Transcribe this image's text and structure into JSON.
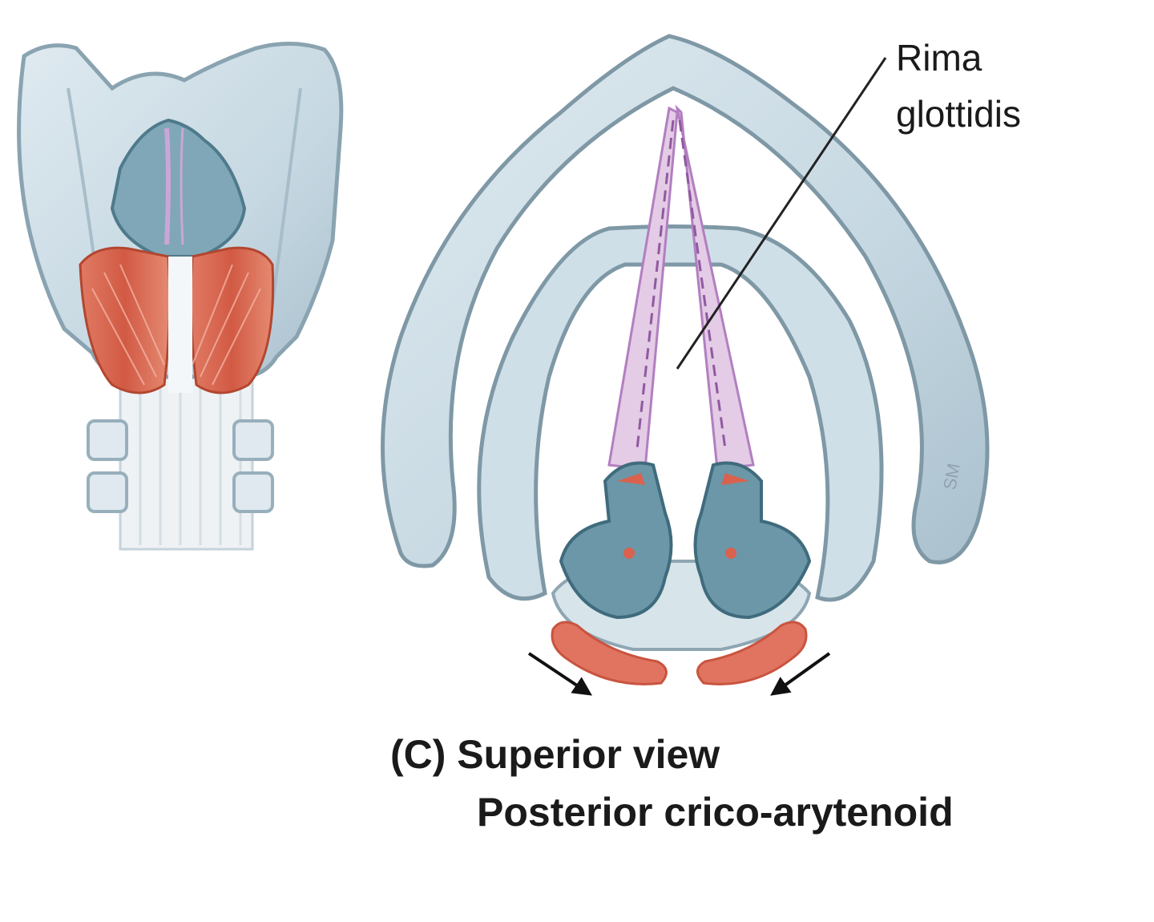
{
  "callout": {
    "line1": "Rima",
    "line2": "glottidis"
  },
  "caption": {
    "line1": "(C) Superior view",
    "line2": "Posterior crico-arytenoid"
  },
  "signature": "SM",
  "colors": {
    "cartilage_fill": "#c9dbe5",
    "cartilage_shade": "#9fb8c6",
    "cartilage_outline": "#7f98a6",
    "arytenoid_fill": "#5f8c9e",
    "muscle_red": "#d9624e",
    "vocal_fold": "#d9b8dc",
    "text": "#1a1a1a"
  }
}
